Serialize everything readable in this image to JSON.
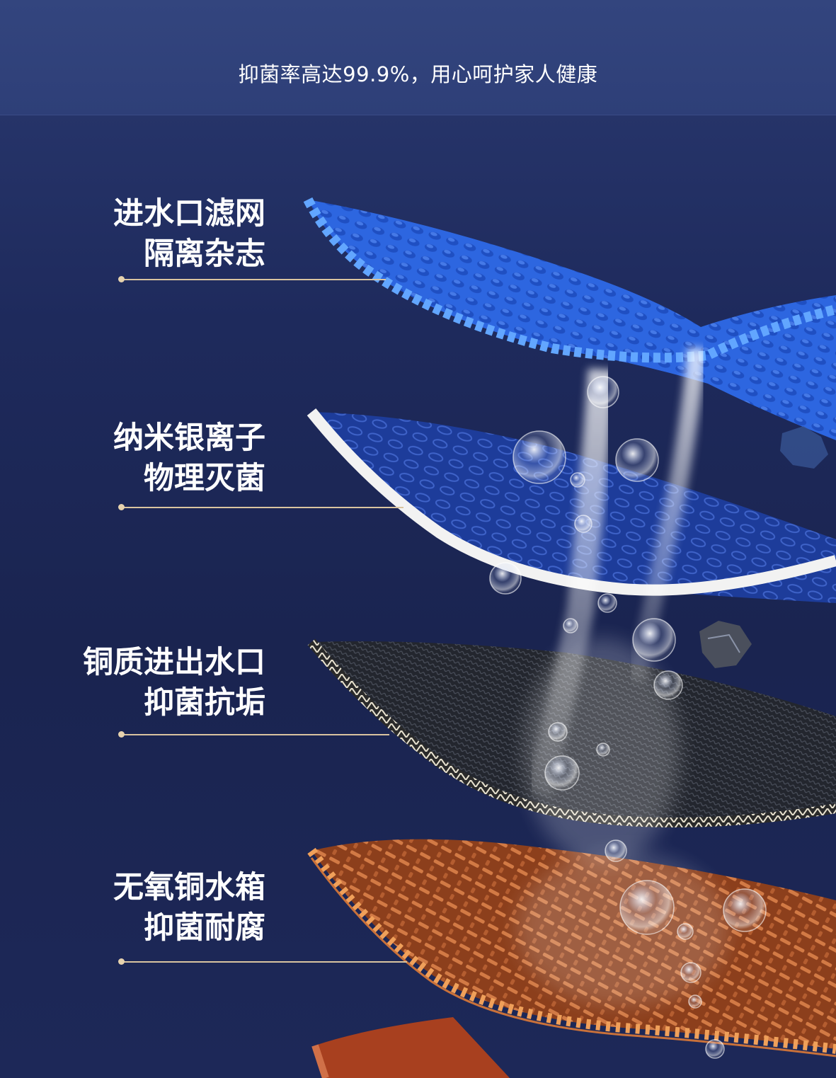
{
  "header": {
    "title": "抑菌率高达99.9%，用心呵护家人健康"
  },
  "layers": [
    {
      "line1": "进水口滤网",
      "line2": "隔离杂志"
    },
    {
      "line1": "纳米银离子",
      "line2": "物理灭菌"
    },
    {
      "line1": "铜质进出水口",
      "line2": "抑菌抗垢"
    },
    {
      "line1": "无氧铜水箱",
      "line2": "抑菌耐腐"
    }
  ],
  "colors": {
    "background": "#1e2a5c",
    "header": "#2e3f78",
    "leader": "#d9c4a0",
    "layer_filter": "#2f6de6",
    "layer_silver": "#1c3b9a",
    "layer_copper_port": "#2a2e38",
    "layer_copper_tank": "#b85a2e"
  }
}
